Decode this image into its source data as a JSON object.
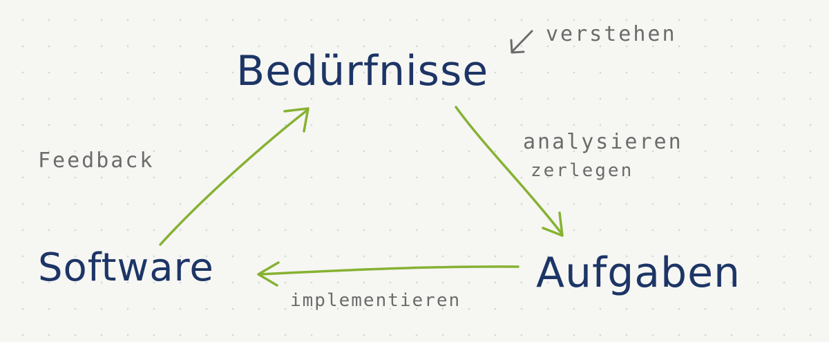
{
  "nodes": {
    "beduerfnisse": "Bedürfnisse",
    "software": "Software",
    "aufgaben": "Aufgaben"
  },
  "edge_labels": {
    "verstehen": "verstehen",
    "analysieren": "analysieren",
    "zerlegen": "zerlegen",
    "implementieren": "implementieren",
    "feedback": "Feedback"
  },
  "edges": [
    {
      "from": "software",
      "to": "beduerfnisse",
      "label": "Feedback"
    },
    {
      "from": "beduerfnisse",
      "to": "aufgaben",
      "label": "analysieren zerlegen"
    },
    {
      "from": "aufgaben",
      "to": "software",
      "label": "implementieren"
    }
  ],
  "colors": {
    "node_text": "#1d3566",
    "label_text": "#6b6b6b",
    "arrow": "#86b232",
    "background": "#f6f6f3",
    "grid_dots": "#cfd8d8"
  }
}
